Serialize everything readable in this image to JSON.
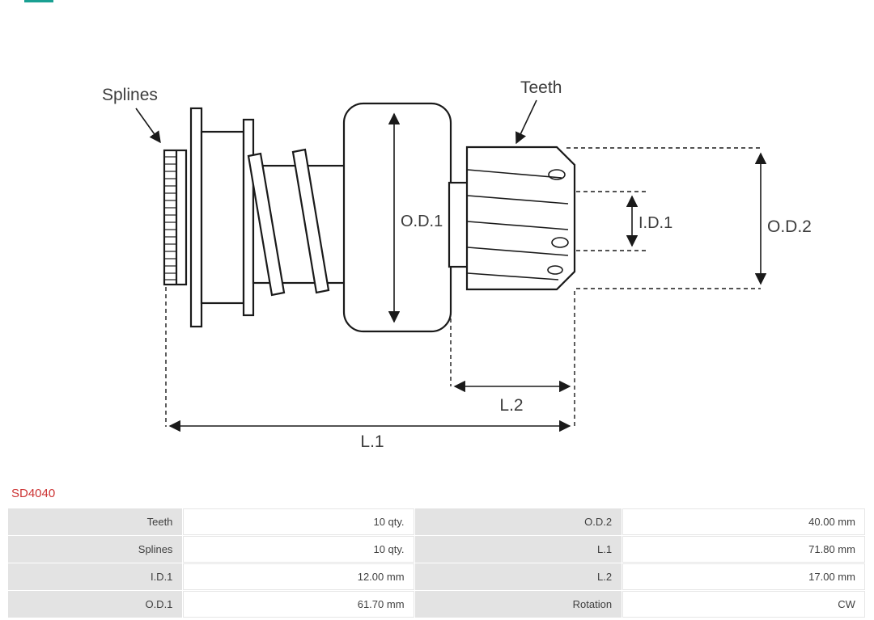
{
  "page": {
    "part_number": "SD4040"
  },
  "colors": {
    "part_number_red": "#cc3333",
    "table_label_bg": "#e3e3e3",
    "brand_strip_teal": "#19a092",
    "line_color": "#1a1a1a"
  },
  "diagram": {
    "labels": {
      "splines": "Splines",
      "teeth": "Teeth",
      "od1": "O.D.1",
      "id1": "I.D.1",
      "od2": "O.D.2",
      "l1": "L.1",
      "l2": "L.2"
    }
  },
  "specs": {
    "rows": [
      {
        "c0": "Teeth",
        "c1": "10 qty.",
        "c2": "O.D.2",
        "c3": "40.00 mm"
      },
      {
        "c0": "Splines",
        "c1": "10 qty.",
        "c2": "L.1",
        "c3": "71.80 mm"
      },
      {
        "c0": "I.D.1",
        "c1": "12.00 mm",
        "c2": "L.2",
        "c3": "17.00 mm"
      },
      {
        "c0": "O.D.1",
        "c1": "61.70 mm",
        "c2": "Rotation",
        "c3": "CW"
      }
    ]
  }
}
